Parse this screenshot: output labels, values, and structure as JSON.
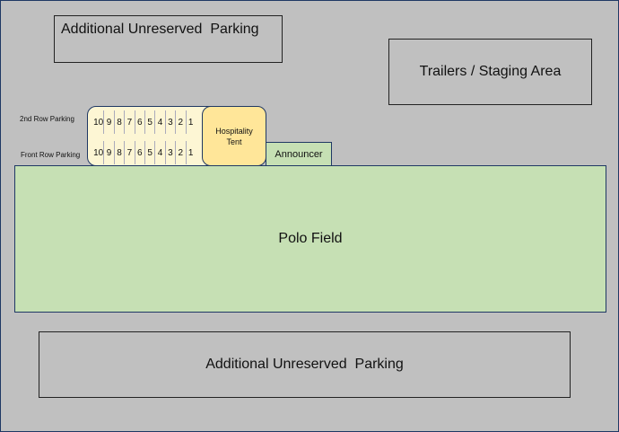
{
  "areas": {
    "parking_top": "Additional Unreserved  Parking",
    "trailers": "Trailers / Staging Area",
    "parking_bottom": "Additional Unreserved  Parking",
    "polo_field": "Polo Field",
    "announcer": "Announcer",
    "hospitality_line1": "Hospitality",
    "hospitality_line2": "Tent"
  },
  "rows": {
    "second_label": "2nd Row Parking",
    "front_label": "Front Row Parking",
    "second_stalls": [
      "10",
      "9",
      "8",
      "7",
      "6",
      "5",
      "4",
      "3",
      "2",
      "1"
    ],
    "front_stalls": [
      "10",
      "9",
      "8",
      "7",
      "6",
      "5",
      "4",
      "3",
      "2",
      "1"
    ]
  },
  "colors": {
    "background": "#c0c0c0",
    "field": "#c6e0b4",
    "tent": "#ffe699",
    "stalls": "#fdf6d4",
    "border": "#1f3864"
  }
}
